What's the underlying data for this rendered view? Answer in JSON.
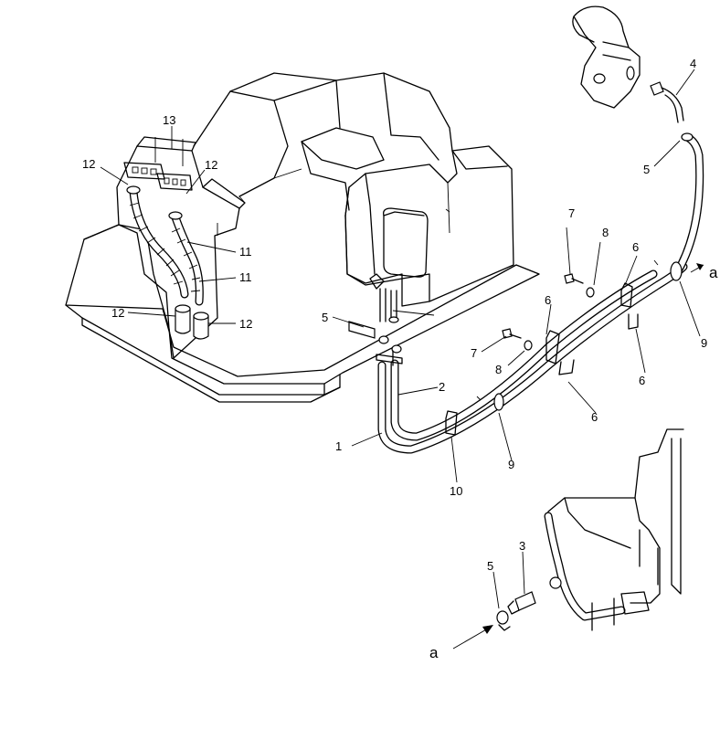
{
  "labels": {
    "l1": "1",
    "l2": "2",
    "l3": "3",
    "l4": "4",
    "l5a": "5",
    "l5b": "5",
    "l5c": "5",
    "l6a": "6",
    "l6b": "6",
    "l6c": "6",
    "l6d": "6",
    "l7a": "7",
    "l7b": "7",
    "l8a": "8",
    "l8b": "8",
    "l9a": "9",
    "l9b": "9",
    "l10": "10",
    "l11a": "11",
    "l11b": "11",
    "l12a": "12",
    "l12b": "12",
    "l12c": "12",
    "l12d": "12",
    "l13": "13",
    "view_a_1": "a",
    "view_a_2": "a"
  }
}
